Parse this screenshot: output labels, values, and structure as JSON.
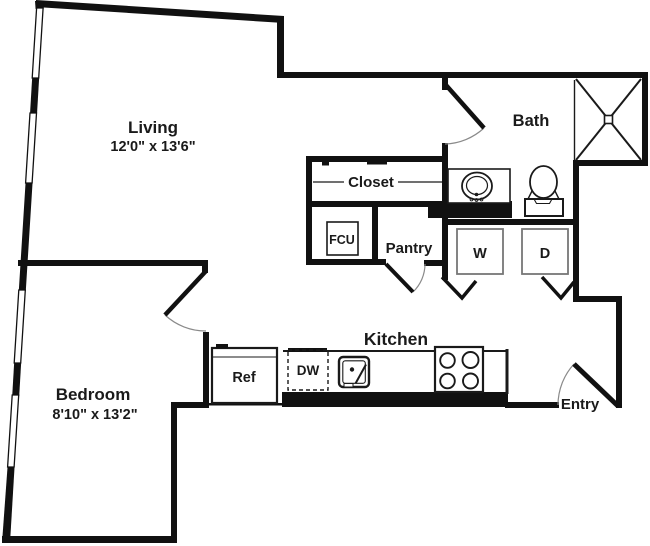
{
  "floor_plan": {
    "labels": {
      "living_name": "Living",
      "living_dims": "12'0\" x 13'6\"",
      "bedroom_name": "Bedroom",
      "bedroom_dims": "8'10\" x 13'2\"",
      "bath": "Bath",
      "closet": "Closet",
      "fcu": "FCU",
      "pantry": "Pantry",
      "washer": "W",
      "dryer": "D",
      "kitchen": "Kitchen",
      "refrigerator": "Ref",
      "dishwasher": "DW",
      "entry": "Entry"
    },
    "colors": {
      "wall": "#111111",
      "background": "#ffffff",
      "appliance_outline": "#777777",
      "door_arc": "#8a8a8a"
    }
  }
}
